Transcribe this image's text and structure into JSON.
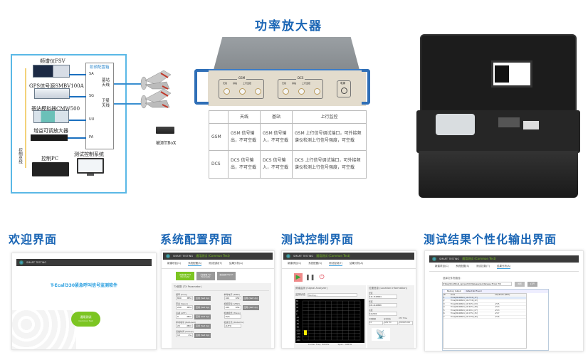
{
  "title": "功率放大器",
  "diagram": {
    "devices": [
      "频谱仪FSV",
      "GPS信号源SMBV100A",
      "基站模拟器CMW500",
      "增益可调放大器",
      "控制PC",
      "测试控制系统"
    ],
    "bus_label": "控制总线",
    "rf_box": {
      "title": "射频配置箱",
      "ports": [
        "SA",
        "SG",
        "UU",
        "PA"
      ],
      "antennas": [
        "基站天线",
        "卫星天线"
      ]
    },
    "dut_label": "被测TBoX",
    "wire_color": "#1a6fbf",
    "border_color": "#5ab8e6"
  },
  "amplifier": {
    "groups": [
      "GSM",
      "DCS"
    ],
    "ports": [
      "天线",
      "基站",
      "上行监控"
    ],
    "power": "电源"
  },
  "table": {
    "headers": [
      "",
      "天线",
      "基站",
      "上行监控"
    ],
    "rows": [
      [
        "GSM",
        "GSM 信号输出，不可空载",
        "GSM 信号输入，不可空载",
        "GSM 上行信号调试端口，可外接频谱仪检测上行信号强度，可空载"
      ],
      [
        "DCS",
        "DCS 信号输出，不可空载",
        "DCS 信号输入，不可空载",
        "DCS 上行信号调试端口，可外接频谱仪检测上行信号强度，可空载"
      ]
    ]
  },
  "sections": [
    "欢迎界面",
    "系统配置界面",
    "测试控制界面",
    "测试结果个性化输出界面"
  ],
  "app": {
    "brand": "SMART TESTING",
    "mode": "通用测试 (Common Test)",
    "tabs": [
      "新建项目(C)",
      "系统配置(S)",
      "测试控制(T)",
      "结果分析(A)"
    ],
    "accent": "#7cc522"
  },
  "welcome": {
    "title": "T-Ecall330紧急呼叫信号监测软件",
    "button": "通用测试",
    "button_sub": "Common Test"
  },
  "config": {
    "buttons": [
      "测试参数 Test Parameter",
      "系统参数 Sys Parameter",
      "报告配置 Report"
    ],
    "panel_title": "TX参数 (TX Parameter)",
    "fields": [
      {
        "label": "频率 (Freq)",
        "value": "800",
        "unit": "MHz"
      },
      {
        "label": "参考电平 (RBW)",
        "value": "100",
        "unit": "KHz"
      },
      {
        "label": "带宽 (Span)",
        "value": "200",
        "unit": "MHz"
      },
      {
        "label": "视频带宽 (VBW)",
        "value": "100",
        "unit": "KHz"
      },
      {
        "label": "衰减 (ATT)",
        "value": "0",
        "unit": "dBm"
      },
      {
        "label": "检波模式 (Trace)",
        "value": "AVG",
        "unit": ""
      },
      {
        "label": "参考电平 (RefLevel)",
        "value": "20",
        "unit": "dBm"
      },
      {
        "label": "检波方式 (Detector)",
        "value": "AUTO",
        "unit": ""
      },
      {
        "label": "扫描时间 (Sweep)",
        "value": "10",
        "unit": "ms"
      }
    ],
    "set_label": "应用 (Set Up)"
  },
  "control": {
    "spectrum_title": "频谱监测 (Signal Analyzer)",
    "status_label": "监测状态",
    "status_value": "Testing...",
    "location_title": "位置信息 (Location Information)",
    "location_fields": [
      {
        "label": "经度",
        "value": "121.3128994"
      },
      {
        "label": "纬度",
        "value": "031.6128888"
      },
      {
        "label": "高度",
        "value": "16.2000"
      }
    ],
    "sat_headers": [
      "卫星数量",
      "定位状态",
      "UTC Time"
    ],
    "sat_values": [
      "10",
      "GPS FIX",
      "093045.000"
    ],
    "center_freq": "Center Freq: 80MHz",
    "span": "Span: 30MHz",
    "y_ticks": [
      "80",
      "60",
      "40",
      "20",
      "0",
      "-20",
      "-40",
      "-60",
      "-80",
      "-100",
      "-120",
      "-140",
      "-160"
    ],
    "bar_level": -100
  },
  "results": {
    "path_label": "选择文件夹路径:",
    "path_value": "D:\\Beiyi\\Ecall\\Ecall_s\\project\\Oct\\Release\\zero\\Release ECALL TCU",
    "browse": "浏览",
    "open": "打开",
    "subtabs": [
      "Memory Output",
      "Defect Not Found"
    ],
    "columns": [
      "ID",
      "Time",
      "Amplitude (dBm)"
    ],
    "rows": [
      [
        "1",
        "Time[20190601_10:25:45_37]",
        ""
      ],
      [
        "2",
        "Time[20190601_10:27:46_22]",
        ""
      ],
      [
        "3",
        "Time[20190601_10:30:51_03]",
        "-25.5"
      ],
      [
        "4",
        "Time[20190601_10:40:51_28]",
        "-25.3"
      ],
      [
        "5",
        "Time[20190601_10:45:11_07]",
        "-25.3"
      ],
      [
        "6",
        "Time[20190601_10:47:51_25]",
        "-25.7"
      ],
      [
        "7",
        "Time[20190601_10:47:58_46]",
        "-25.6"
      ]
    ]
  }
}
